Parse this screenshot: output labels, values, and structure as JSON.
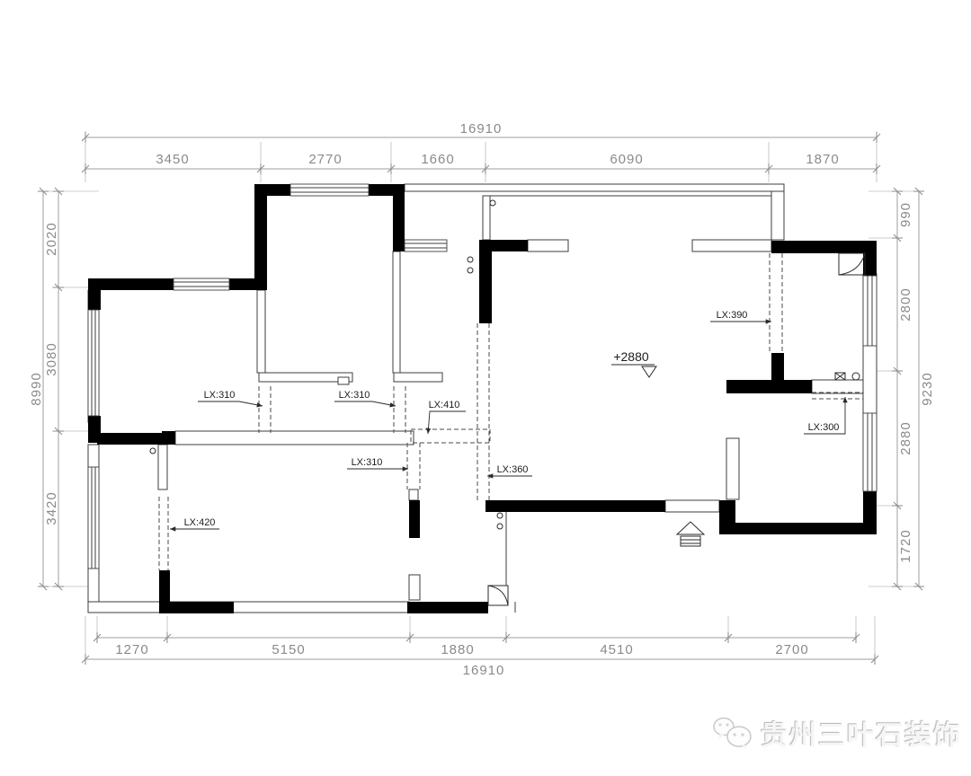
{
  "dimensions": {
    "top": {
      "total": "16910",
      "segments": [
        "3450",
        "2770",
        "1660",
        "6090",
        "1870"
      ]
    },
    "bottom": {
      "total": "16910",
      "segments": [
        "1270",
        "5150",
        "1880",
        "4510",
        "2700"
      ]
    },
    "left": {
      "total": "8990",
      "segments": [
        "2020",
        "3080",
        "3420"
      ]
    },
    "right": {
      "total": "9230",
      "segments": [
        "990",
        "2800",
        "2880",
        "1720"
      ]
    }
  },
  "beam_labels": {
    "b1": "LX:310",
    "b2": "LX:310",
    "b3": "LX:410",
    "b4": "LX:310",
    "b5": "LX:360",
    "b6": "LX:420",
    "b7": "LX:390",
    "b8": "LX:300"
  },
  "level_mark": "+2880",
  "watermark": {
    "text": "贵州三叶石装饰",
    "icon": "wechat-icon"
  },
  "colors": {
    "wall": "#000000",
    "line": "#3d3d3d",
    "dimension": "#8a8a8a",
    "annotation": "#1c1c1c"
  }
}
